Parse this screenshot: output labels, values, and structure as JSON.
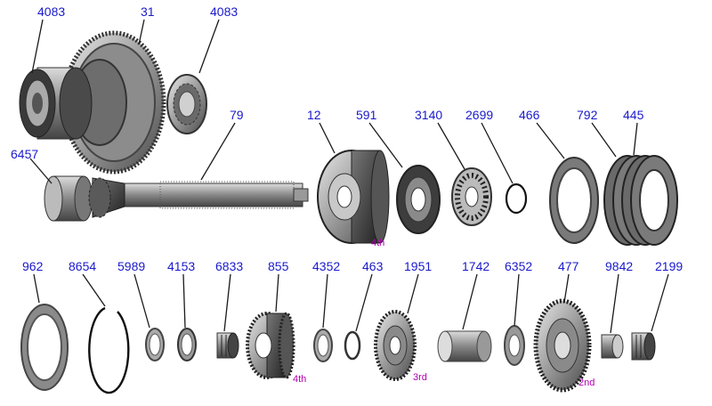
{
  "labels": [
    {
      "id": "l0",
      "text": "4083"
    },
    {
      "id": "l1",
      "text": "31"
    },
    {
      "id": "l2",
      "text": "4083"
    },
    {
      "id": "l3",
      "text": "6457"
    },
    {
      "id": "l4",
      "text": "79"
    },
    {
      "id": "l5",
      "text": "12"
    },
    {
      "id": "l6",
      "text": "591"
    },
    {
      "id": "l7",
      "text": "3140"
    },
    {
      "id": "l8",
      "text": "2699"
    },
    {
      "id": "l9",
      "text": "466"
    },
    {
      "id": "l10",
      "text": "792"
    },
    {
      "id": "l11",
      "text": "445"
    },
    {
      "id": "l12",
      "text": "962"
    },
    {
      "id": "l13",
      "text": "8654"
    },
    {
      "id": "l14",
      "text": "5989"
    },
    {
      "id": "l15",
      "text": "4153"
    },
    {
      "id": "l16",
      "text": "6833"
    },
    {
      "id": "l17",
      "text": "855"
    },
    {
      "id": "l18",
      "text": "4352"
    },
    {
      "id": "l19",
      "text": "463"
    },
    {
      "id": "l20",
      "text": "1951"
    },
    {
      "id": "l21",
      "text": "1742"
    },
    {
      "id": "l22",
      "text": "6352"
    },
    {
      "id": "l23",
      "text": "477"
    },
    {
      "id": "l24",
      "text": "9842"
    },
    {
      "id": "l25",
      "text": "2199"
    }
  ],
  "gear_labels": [
    {
      "id": "g0",
      "text": "4th"
    },
    {
      "id": "g1",
      "text": "4th"
    },
    {
      "id": "g2",
      "text": "3rd"
    },
    {
      "id": "g3",
      "text": "2nd"
    }
  ]
}
